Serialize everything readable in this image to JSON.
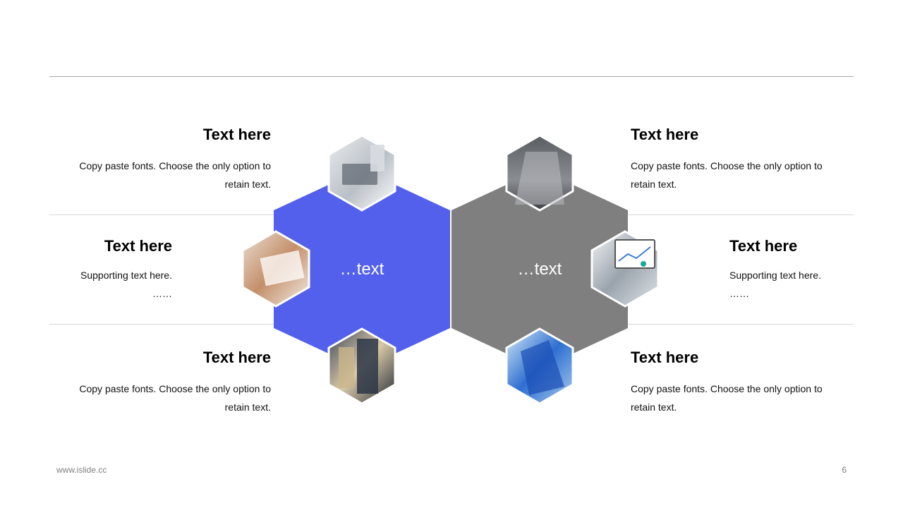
{
  "colors": {
    "accent_blue": "#5360ec",
    "accent_gray": "#7f7f7f"
  },
  "left": {
    "center_label": "…text",
    "items": [
      {
        "title": "Text here",
        "body": "Copy paste fonts. Choose the only option to retain text."
      },
      {
        "title": "Text here",
        "body": "Supporting text here.",
        "ellipsis": "……"
      },
      {
        "title": "Text here",
        "body": "Copy paste fonts. Choose the only option to retain text."
      }
    ]
  },
  "right": {
    "center_label": "…text",
    "items": [
      {
        "title": "Text here",
        "body": "Copy paste fonts. Choose the only option to retain text."
      },
      {
        "title": "Text here",
        "body": "Supporting text here.",
        "ellipsis": "……"
      },
      {
        "title": "Text here",
        "body": "Copy paste fonts. Choose the only option to retain text."
      }
    ]
  },
  "photos": [
    "laptop-desk-photo",
    "meeting-hands-photo",
    "office-tower-photo",
    "skyscraper-photo",
    "laptop-chart-photo",
    "blue-tower-photo"
  ],
  "footer": {
    "url": "www.islide.cc",
    "page": "6"
  }
}
